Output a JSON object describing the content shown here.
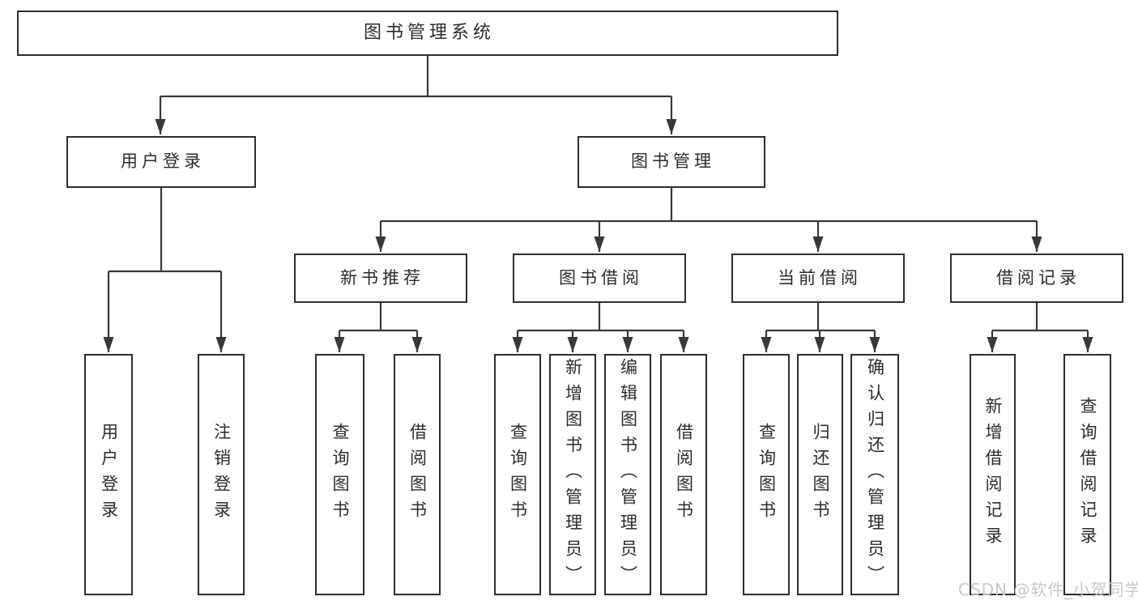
{
  "diagram_title": "图书管理系统",
  "nodes": {
    "root": {
      "label": "图书管理系统"
    },
    "user_login": {
      "label": "用户登录"
    },
    "book_mgmt": {
      "label": "图书管理"
    },
    "new_book_rec": {
      "label": "新书推荐"
    },
    "book_borrow": {
      "label": "图书借阅"
    },
    "current_borrow": {
      "label": "当前借阅"
    },
    "borrow_record": {
      "label": "借阅记录"
    },
    "leaf_user_login": {
      "label": "用户登录"
    },
    "leaf_logout": {
      "label": "注销登录"
    },
    "leaf_nbr_query": {
      "label": "查询图书"
    },
    "leaf_nbr_borrow": {
      "label": "借阅图书"
    },
    "leaf_bb_query": {
      "label": "查询图书"
    },
    "leaf_bb_add": {
      "label": "新增图书（管理员）"
    },
    "leaf_bb_edit": {
      "label": "编辑图书（管理员）"
    },
    "leaf_bb_borrow": {
      "label": "借阅图书"
    },
    "leaf_cb_query": {
      "label": "查询图书"
    },
    "leaf_cb_return": {
      "label": "归还图书"
    },
    "leaf_cb_confirm": {
      "label": "确认归还（管理员）"
    },
    "leaf_br_add": {
      "label": "新增借阅记录"
    },
    "leaf_br_query": {
      "label": "查询借阅记录"
    }
  },
  "hierarchy": {
    "图书管理系统": {
      "用户登录": [
        "用户登录",
        "注销登录"
      ],
      "图书管理": {
        "新书推荐": [
          "查询图书",
          "借阅图书"
        ],
        "图书借阅": [
          "查询图书",
          "新增图书（管理员）",
          "编辑图书（管理员）",
          "借阅图书"
        ],
        "当前借阅": [
          "查询图书",
          "归还图书",
          "确认归还（管理员）"
        ],
        "借阅记录": [
          "新增借阅记录",
          "查询借阅记录"
        ]
      }
    }
  },
  "watermark": "CSDN @软件_小贺同学",
  "colors": {
    "line": "#383838",
    "box_border": "#2e2e2e",
    "text": "#2c2c2c",
    "watermark": "#c9c9c9",
    "background": "#ffffff"
  }
}
